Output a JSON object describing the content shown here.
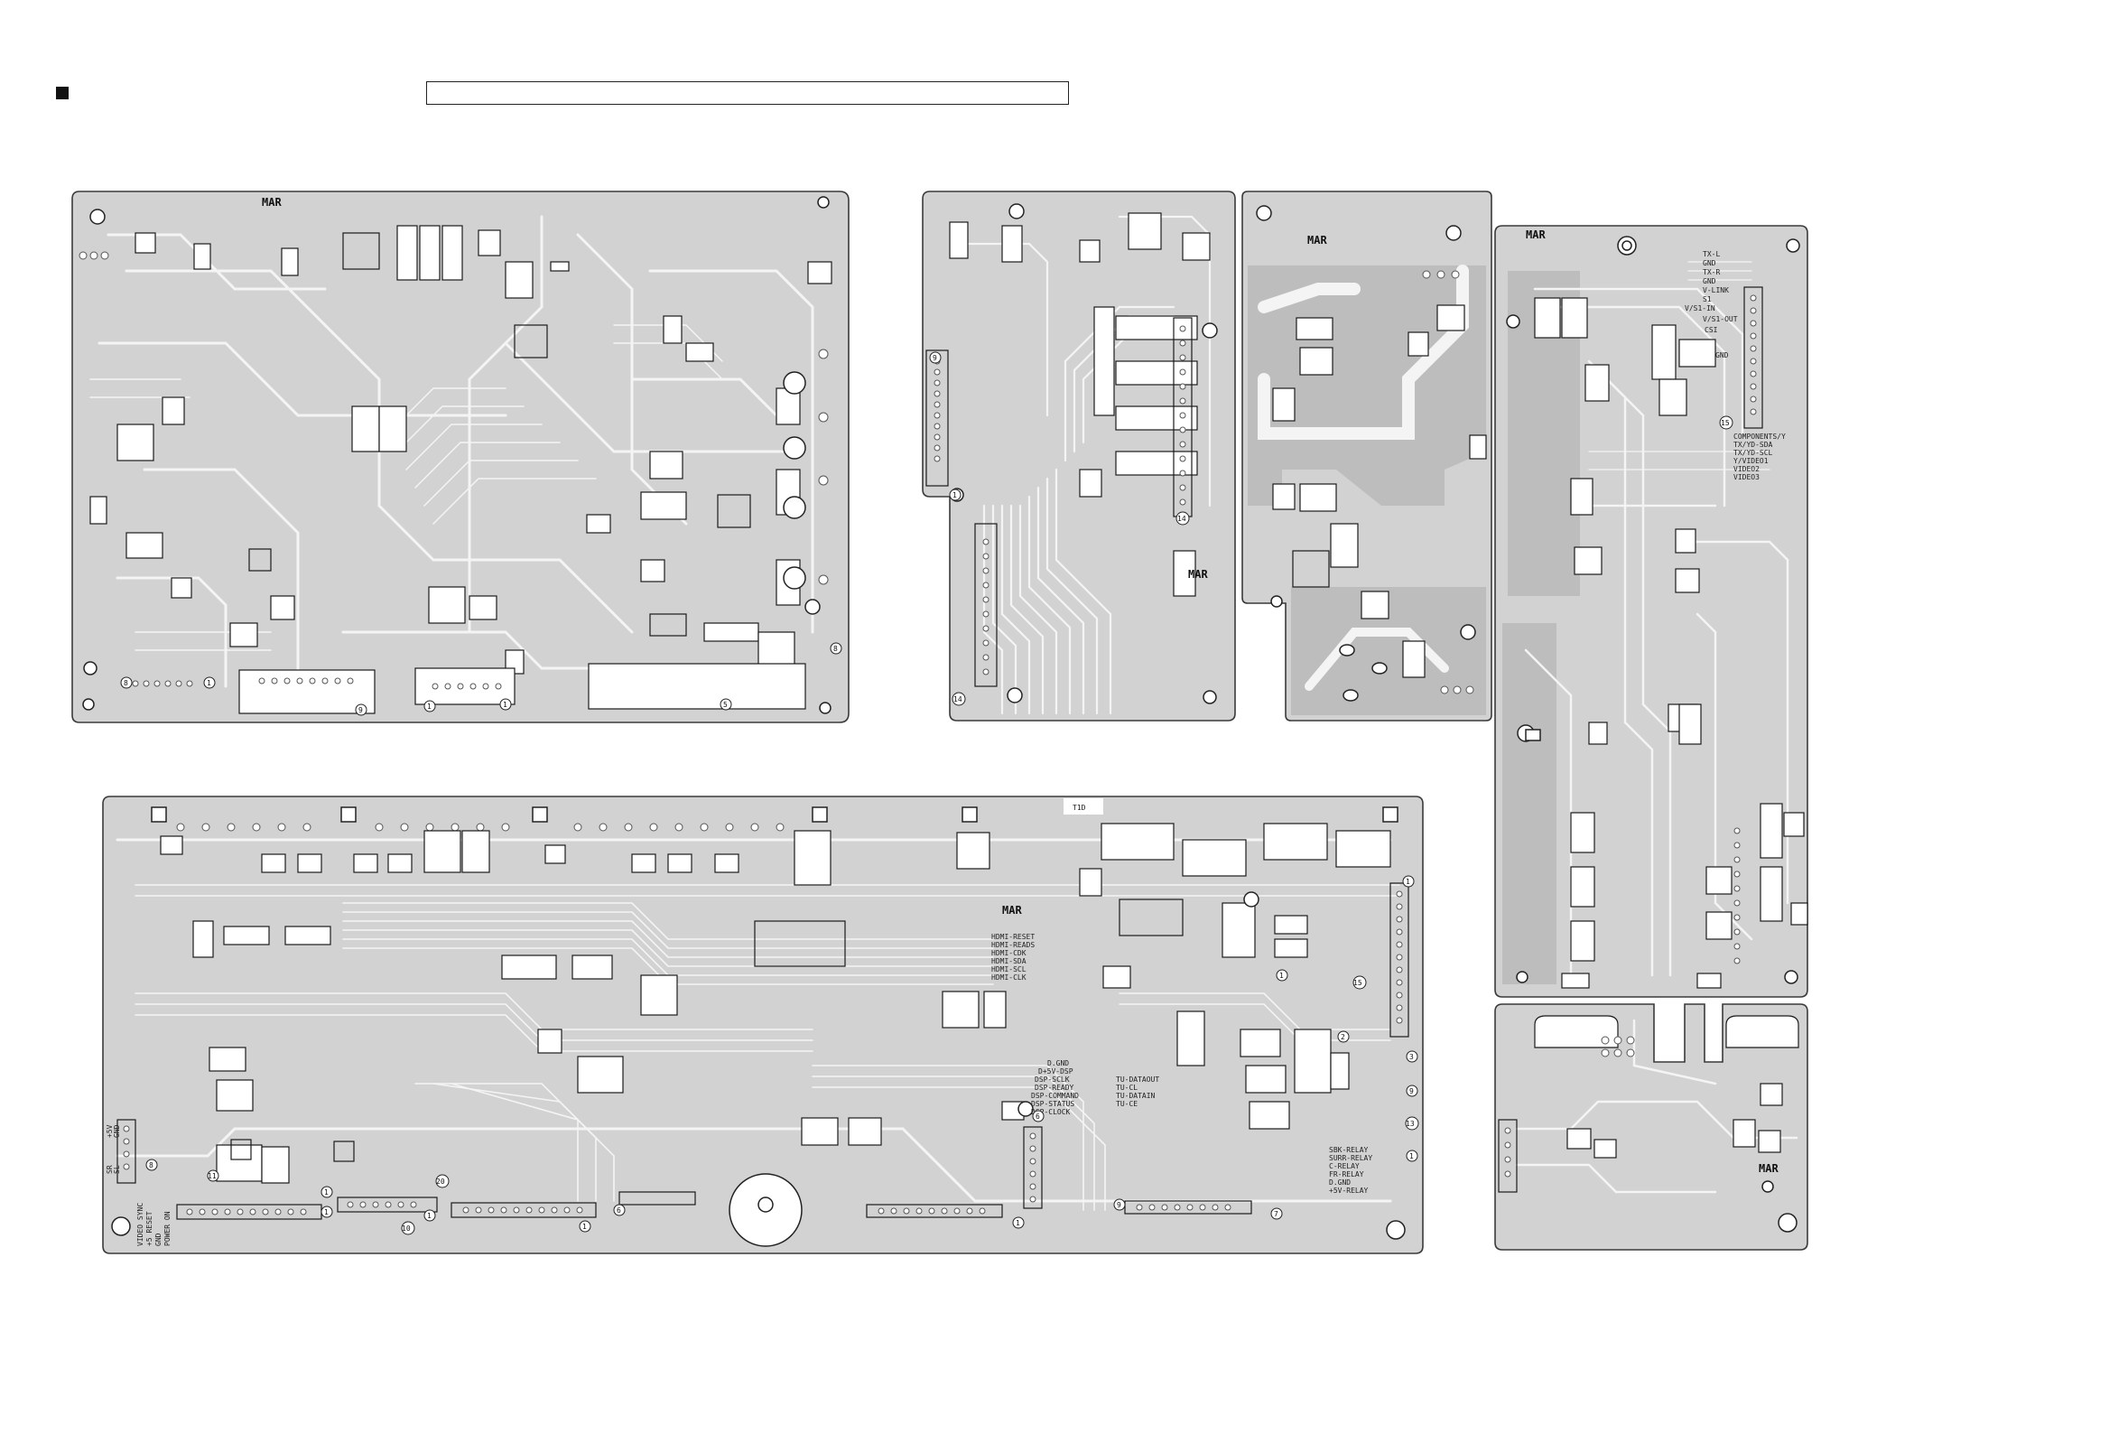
{
  "header": {
    "title": ""
  },
  "colors": {
    "board_fill": "#d2d2d2",
    "trace": "#f4f4f4",
    "outline": "#3a3a3a",
    "component": "#1a1a1a"
  },
  "boards": [
    {
      "id": "board-main-top-left",
      "mark": "MAR",
      "pin_labels": [],
      "connectors": [
        "1",
        "9",
        "1",
        "1",
        "8",
        "5",
        "8"
      ]
    },
    {
      "id": "board-middle-left",
      "mark": "MAR",
      "pin_labels": [],
      "connectors": [
        "9",
        "1",
        "14",
        "14"
      ]
    },
    {
      "id": "board-power",
      "mark": "MAR",
      "pin_labels": [],
      "connectors": []
    },
    {
      "id": "board-right-tall",
      "mark": "MAR",
      "pin_labels": [
        "TX-L",
        "GND",
        "TX-R",
        "GND",
        "V-LINK",
        "S1",
        "V/S1-IN",
        "V/S1-OUT",
        "CSI",
        "GND",
        "COMPONENTS/Y",
        "TX/YD-SDA",
        "TX/YD-SCL",
        "Y/VIDEO1",
        "VIDEO2",
        "VIDEO3"
      ],
      "connectors": [
        "15"
      ]
    },
    {
      "id": "board-bottom-right",
      "mark": "MAR",
      "pin_labels": [],
      "connectors": []
    },
    {
      "id": "board-bottom-main",
      "mark": "MAR",
      "top_label": "T1D",
      "pin_labels": {
        "hdmi": [
          "HDMI-RESET",
          "HDMI-READS",
          "HDMI-CDK",
          "HDMI-SDA",
          "HDMI-SCL",
          "HDMI-CLK"
        ],
        "dsp": [
          "D.GND",
          "D+5V-DSP",
          "DSP-SCLK",
          "DSP-READY",
          "DSP-COMMAND",
          "DSP-STATUS",
          "DSP-CLOCK"
        ],
        "tuner": [
          "TU-DATAOUT",
          "TU-CL",
          "TU-DATAIN",
          "TU-CE"
        ],
        "relay": [
          "SBK-RELAY",
          "SURR-RELAY",
          "C-RELAY",
          "FR-RELAY",
          "D.GND",
          "+5V-RELAY"
        ],
        "left": [
          "VIDEO SYNC",
          "+5 RESET",
          "GND",
          "POWER ON"
        ],
        "misc": [
          "+5V",
          "GND",
          "SR",
          "SL"
        ]
      },
      "connectors": [
        "8",
        "1",
        "1",
        "1",
        "1",
        "6",
        "1",
        "9",
        "7",
        "1",
        "10",
        "20",
        "11",
        "15",
        "1",
        "3",
        "9",
        "13",
        "1",
        "6",
        "2"
      ]
    }
  ]
}
